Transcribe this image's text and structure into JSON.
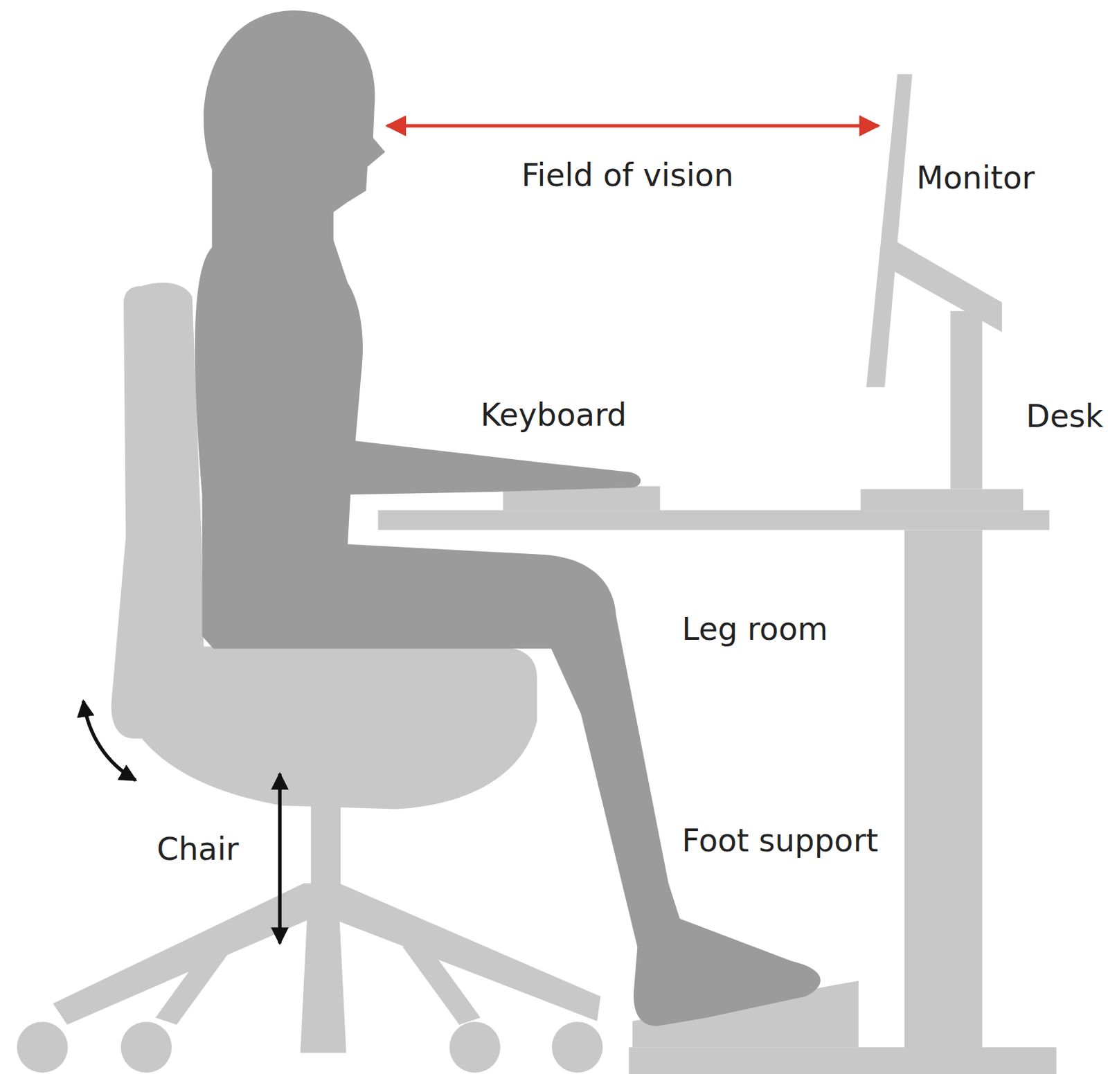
{
  "diagram": {
    "labels": [
      "Field of vision",
      "Monitor",
      "Keyboard",
      "Desk",
      "Leg room",
      "Foot support",
      "Chair"
    ]
  }
}
